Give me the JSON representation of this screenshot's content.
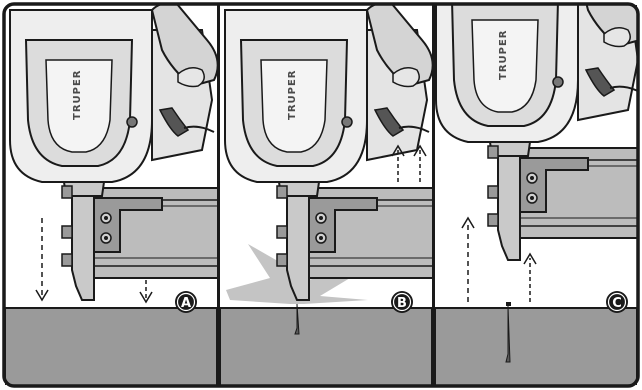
{
  "panels": [
    {
      "marker": "A",
      "brand_text": "TRUPER"
    },
    {
      "marker": "B",
      "brand_text": "TRUPER"
    },
    {
      "marker": "C",
      "brand_text": "TRUPER"
    }
  ],
  "colors": {
    "outline": "#1a1a1a",
    "tool_body": "#eeeeee",
    "tool_mid": "#c9c9c9",
    "magazine": "#bcbcbc",
    "bracket": "#9a9a9a",
    "glove": "#d4d4d4",
    "workpiece": "#9a9a9a",
    "nail": "#5a5a5a",
    "burst": "#c4c4c4",
    "marker_fill": "#1a1a1a",
    "marker_text": "#ffffff"
  }
}
